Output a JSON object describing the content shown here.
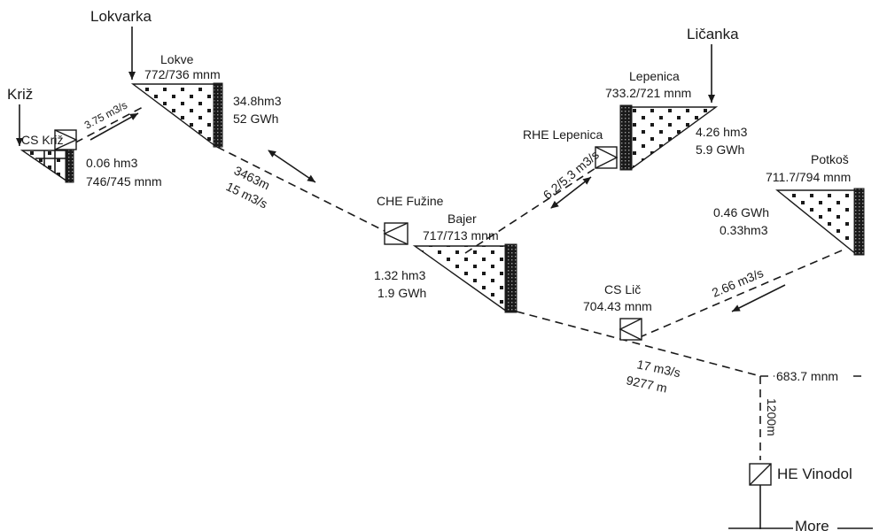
{
  "inflows": {
    "lokvarka": "Lokvarka",
    "krizin": "Križ",
    "licanka": "Ličanka"
  },
  "reservoirs": {
    "lokve": {
      "name": "Lokve",
      "level": "772/736 mnm",
      "volume": "34.8hm3",
      "energy": "52 GWh"
    },
    "kriz": {
      "volume": "0.06 hm3",
      "level": "746/745 mnm"
    },
    "lepenica": {
      "name": "Lepenica",
      "level": "733.2/721 mnm",
      "volume": "4.26 hm3",
      "energy": "5.9 GWh"
    },
    "bajer": {
      "name": "Bajer",
      "level": "717/713 mnm",
      "volume": "1.32 hm3",
      "energy": "1.9 GWh"
    },
    "potkos": {
      "name": "Potkoš",
      "level": "711.7/794 mnm",
      "energy": "0.46 GWh",
      "volume": "0.33hm3"
    }
  },
  "stations": {
    "cs_kriz": "CS Križ",
    "rhe_lepenica": "RHE Lepenica",
    "che_fuzine": "CHE Fužine",
    "cs_lic": "CS Lič",
    "cs_lic_level": "704.43 mnm",
    "he_vinodol": "HE Vinodol"
  },
  "flows": {
    "kriz_lokve": "3.75 m3/s",
    "lokve_len": "3463m",
    "lokve_q": "15 m3/s",
    "lepenica_q": "6.2/5.3 m3/s",
    "potkos_q": "2.66 m3/s",
    "lic_q": "17 m3/s",
    "lic_len": "9277 m",
    "penstock_len": "1200m"
  },
  "outlet": {
    "level": "683.7 mnm",
    "sea": "More"
  }
}
